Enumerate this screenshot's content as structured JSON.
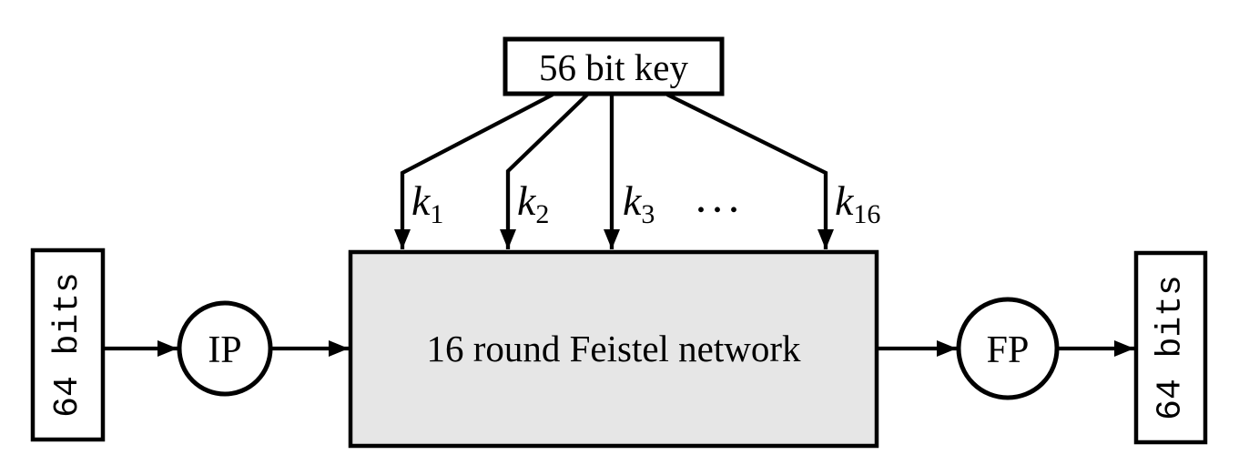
{
  "diagram": {
    "key_box": {
      "label": "56 bit key"
    },
    "feistel_box": {
      "label": "16 round Feistel network"
    },
    "input_box": {
      "label": "64 bits"
    },
    "output_box": {
      "label": "64 bits"
    },
    "ip_node": {
      "label": "IP"
    },
    "fp_node": {
      "label": "FP"
    },
    "round_keys": [
      {
        "base": "k",
        "sub": "1"
      },
      {
        "base": "k",
        "sub": "2"
      },
      {
        "base": "k",
        "sub": "3"
      },
      {
        "base": "k",
        "sub": "16"
      }
    ],
    "ellipsis": ". . .",
    "colors": {
      "stroke": "#000000",
      "box_fill": "#ffffff",
      "feistel_fill": "#e6e6e6",
      "background": "#ffffff"
    }
  }
}
